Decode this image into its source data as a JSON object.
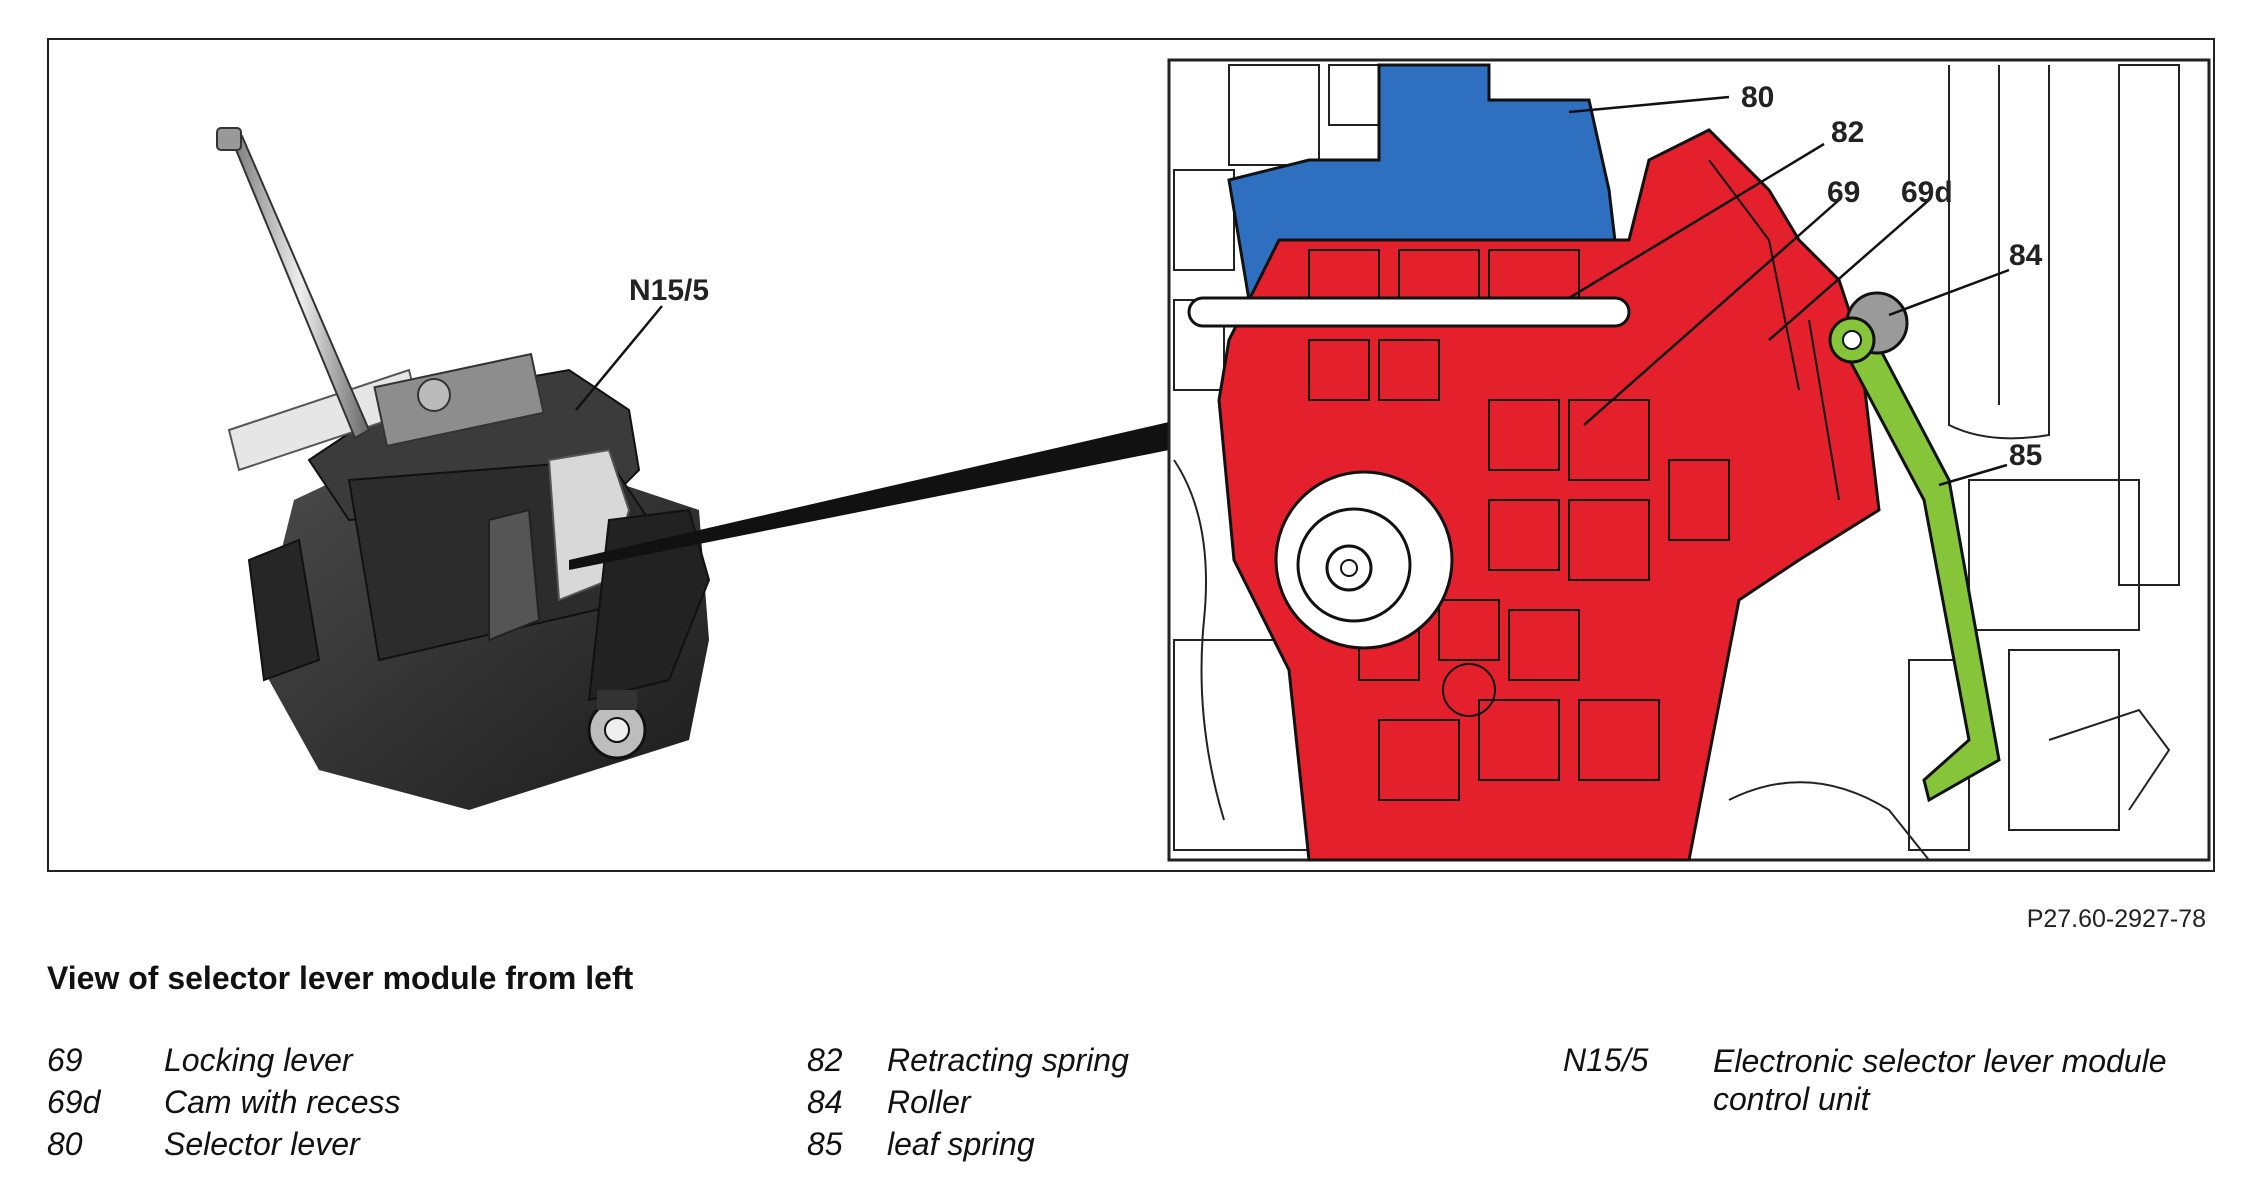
{
  "figure": {
    "callouts": {
      "n155": "N15/5",
      "c80": "80",
      "c82": "82",
      "c69": "69",
      "c69d": "69d",
      "c84": "84",
      "c85": "85"
    },
    "figure_code": "P27.60-2927-78",
    "colors": {
      "selector_lever": "#2f6fc0",
      "locking_lever": "#e3202c",
      "leaf_spring": "#86c53a",
      "housing": "#2a2a2a"
    }
  },
  "caption": "View of selector lever module from left",
  "legend": {
    "col1": [
      {
        "num": "69",
        "desc": "Locking lever"
      },
      {
        "num": "69d",
        "desc": "Cam with recess"
      },
      {
        "num": "80",
        "desc": "Selector lever"
      }
    ],
    "col2": [
      {
        "num": "82",
        "desc": "Retracting spring"
      },
      {
        "num": "84",
        "desc": "Roller"
      },
      {
        "num": "85",
        "desc": "leaf spring"
      }
    ],
    "col3": [
      {
        "num": "N15/5",
        "desc": "Electronic selector lever module control unit"
      }
    ]
  }
}
